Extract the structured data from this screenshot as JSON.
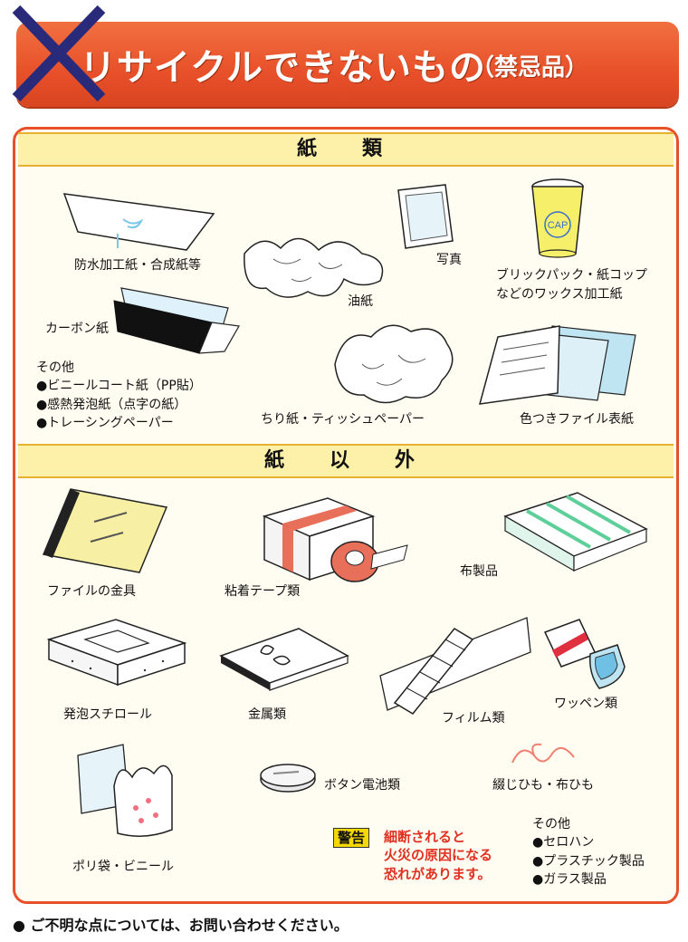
{
  "header": {
    "title": "リサイクルできないもの",
    "subtitle": "（禁忌品）"
  },
  "sections": {
    "paper": "紙　類",
    "non_paper": "紙　以　外"
  },
  "paper_items": {
    "waterproof": "防水加工紙・合成紙等",
    "photo": "写真",
    "brick": [
      "ブリックパック・紙コップ",
      "などのワックス加工紙"
    ],
    "cup_mark": "CAP",
    "carbon": "カーボン紙",
    "oil": "油紙",
    "tissue": "ちり紙・ティッシュペーパー",
    "colored_file": "色つきファイル表紙",
    "other_heading": "その他",
    "other": [
      "●ビニールコート紙（PP貼）",
      "●感熱発泡紙（点字の紙）",
      "●トレーシングペーパー"
    ]
  },
  "non_paper_items": {
    "file_metal": "ファイルの金具",
    "tape": "粘着テープ類",
    "cloth": "布製品",
    "styrofoam": "発泡スチロール",
    "metal": "金属類",
    "film": "フィルム類",
    "patch": "ワッペン類",
    "plastic_bag": "ポリ袋・ビニール",
    "battery": "ボタン電池類",
    "string": "綴じひも・布ひも",
    "other_heading": "その他",
    "other": [
      "●セロハン",
      "●プラスチック製品",
      "●ガラス製品"
    ]
  },
  "warning": {
    "badge": "警告",
    "lines": [
      "細断されると",
      "火災の原因になる",
      "恐れがあります。"
    ]
  },
  "footer": "● ご不明な点については、お問い合わせください。"
}
